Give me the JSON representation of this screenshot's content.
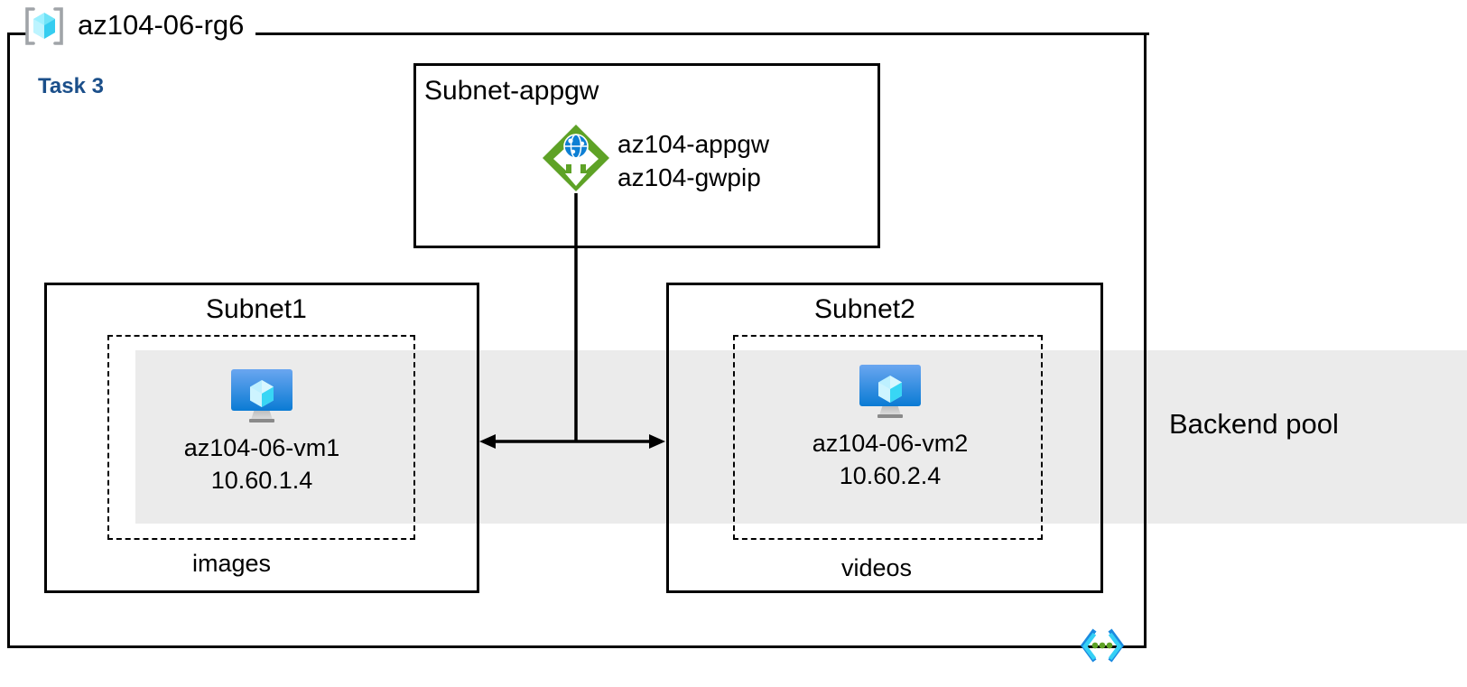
{
  "diagram": {
    "title": "az104-06-rg6",
    "task_label": "Task 3",
    "resource_group_icon": "resource-group-icon",
    "subnet_code_icon": "subnet-code-icon"
  },
  "backend_pool": {
    "label": "Backend pool",
    "band_color": "#ebebeb"
  },
  "subnets": [
    {
      "name": "Subnet-appgw",
      "node": {
        "icon": "application-gateway-icon",
        "line1": "az104-appgw",
        "line2": "az104-gwpip"
      }
    },
    {
      "name": "Subnet1",
      "storage_label": "images",
      "node": {
        "icon": "virtual-machine-icon",
        "line1": "az104-06-vm1",
        "line2": "10.60.1.4"
      }
    },
    {
      "name": "Subnet2",
      "storage_label": "videos",
      "node": {
        "icon": "virtual-machine-icon",
        "line1": "az104-06-vm2",
        "line2": "10.60.2.4"
      }
    }
  ],
  "colors": {
    "accent_blue": "#1b4f8a",
    "gateway_green": "#5ea226",
    "vm_blue": "#1b8ae0",
    "cube_cyan": "#50e6ff",
    "border_black": "#000000",
    "band_grey": "#ebebeb"
  }
}
